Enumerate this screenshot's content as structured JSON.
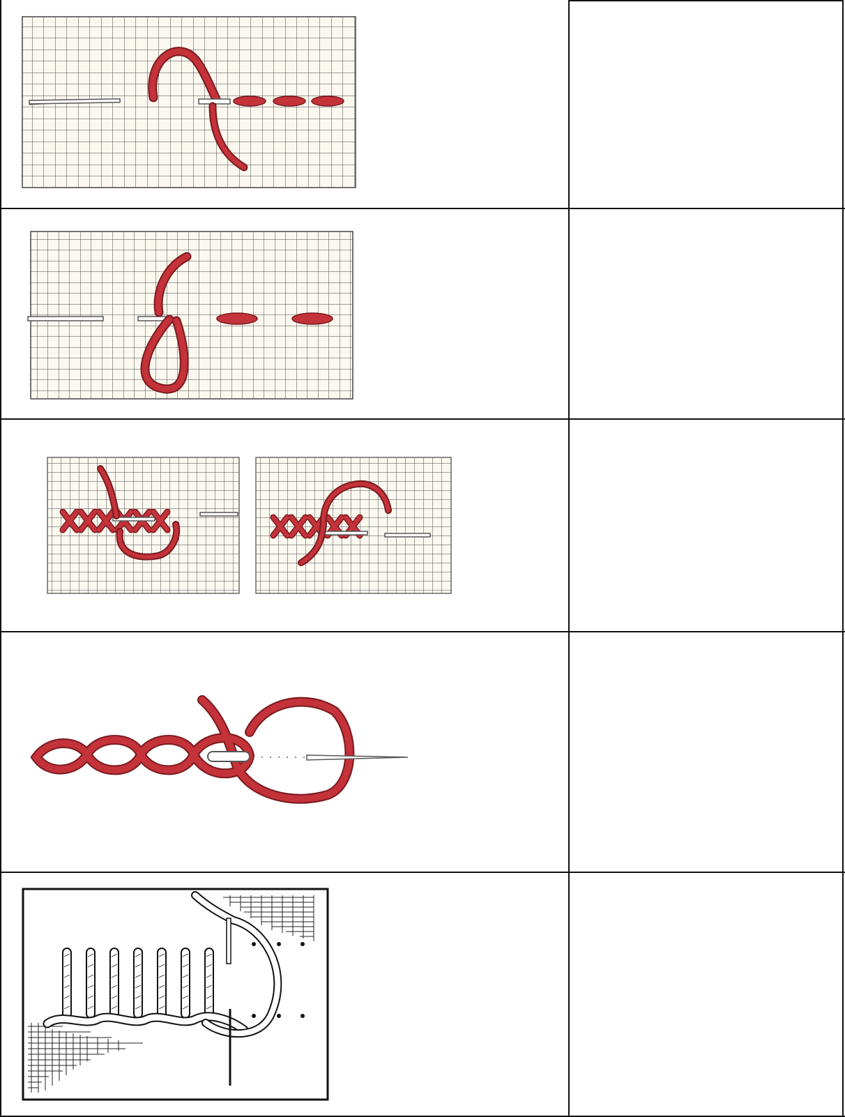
{
  "table": {
    "rows": [
      {
        "stitch": "running-stitch",
        "caption": ""
      },
      {
        "stitch": "spaced-running-stitch",
        "caption": ""
      },
      {
        "stitch": "cross-stitch",
        "caption": ""
      },
      {
        "stitch": "chain-stitch",
        "caption": ""
      },
      {
        "stitch": "blanket-stitch",
        "caption": ""
      }
    ]
  },
  "colors": {
    "thread": "#c4323a",
    "thread_outline": "#7a1a1f",
    "grid_paper": "#fbf9ef",
    "grid_line": "#444444",
    "border": "#111111"
  }
}
